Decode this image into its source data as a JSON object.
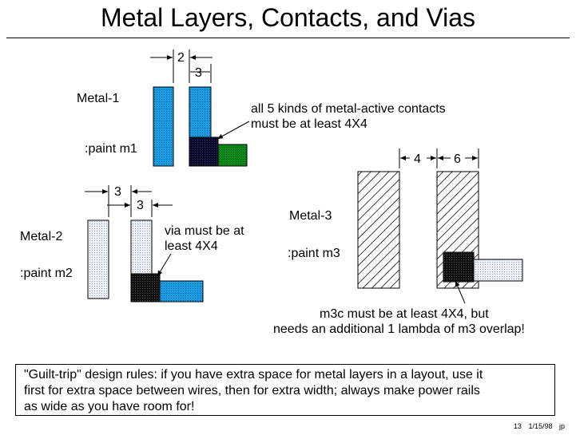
{
  "title": "Metal Layers, Contacts, and Vias",
  "metal1": {
    "label": "Metal-1",
    "cmd": ":paint m1",
    "dim_spacing": "2",
    "dim_width": "3",
    "note_line1": "all 5 kinds of metal-active contacts",
    "note_line2": "must be at least 4X4",
    "color": "#1a9ce0",
    "contact_color": "#0a0a2a",
    "active_color": "#0b8a1a"
  },
  "metal2": {
    "label": "Metal-2",
    "cmd": ":paint m2",
    "dim_spacing": "3",
    "dim_width": "3",
    "note_line1": "via must be at",
    "note_line2": "least 4X4",
    "color": "#e6ecf4",
    "via_color": "#111111"
  },
  "metal3": {
    "label": "Metal-3",
    "cmd": ":paint m3",
    "dim_spacing": "4",
    "dim_width": "6",
    "note_line1": "m3c must be at least 4X4, but",
    "note_line2": "needs an additional 1 lambda of m3 overlap!"
  },
  "guilt_trip": {
    "line1": "\"Guilt-trip\" design rules:  if you have extra space for metal layers in a layout, use it",
    "line2": "first for extra space between wires, then for extra width; always make power rails",
    "line3": "as wide as you have room for!"
  },
  "footer": {
    "page": "13",
    "date": "1/15/98",
    "initials": "jp"
  }
}
